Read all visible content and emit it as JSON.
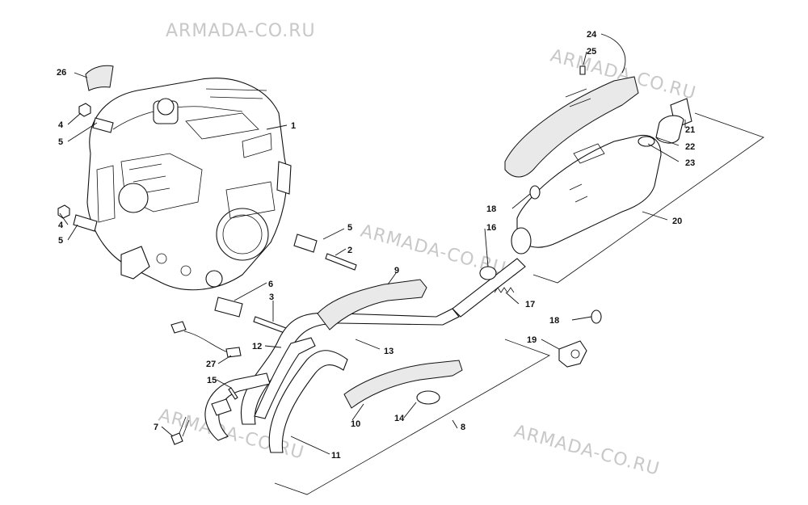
{
  "watermarks": [
    "ARMADA-CO.RU",
    "ARMADA-CO.RU",
    "ARMADA-CO.RU",
    "ARMADA-CO.RU"
  ],
  "callouts": [
    "1",
    "2",
    "3",
    "4",
    "4",
    "5",
    "5",
    "5",
    "6",
    "7",
    "8",
    "9",
    "10",
    "11",
    "12",
    "13",
    "14",
    "15",
    "16",
    "17",
    "18",
    "18",
    "19",
    "20",
    "21",
    "22",
    "23",
    "24",
    "25",
    "26",
    "27"
  ]
}
